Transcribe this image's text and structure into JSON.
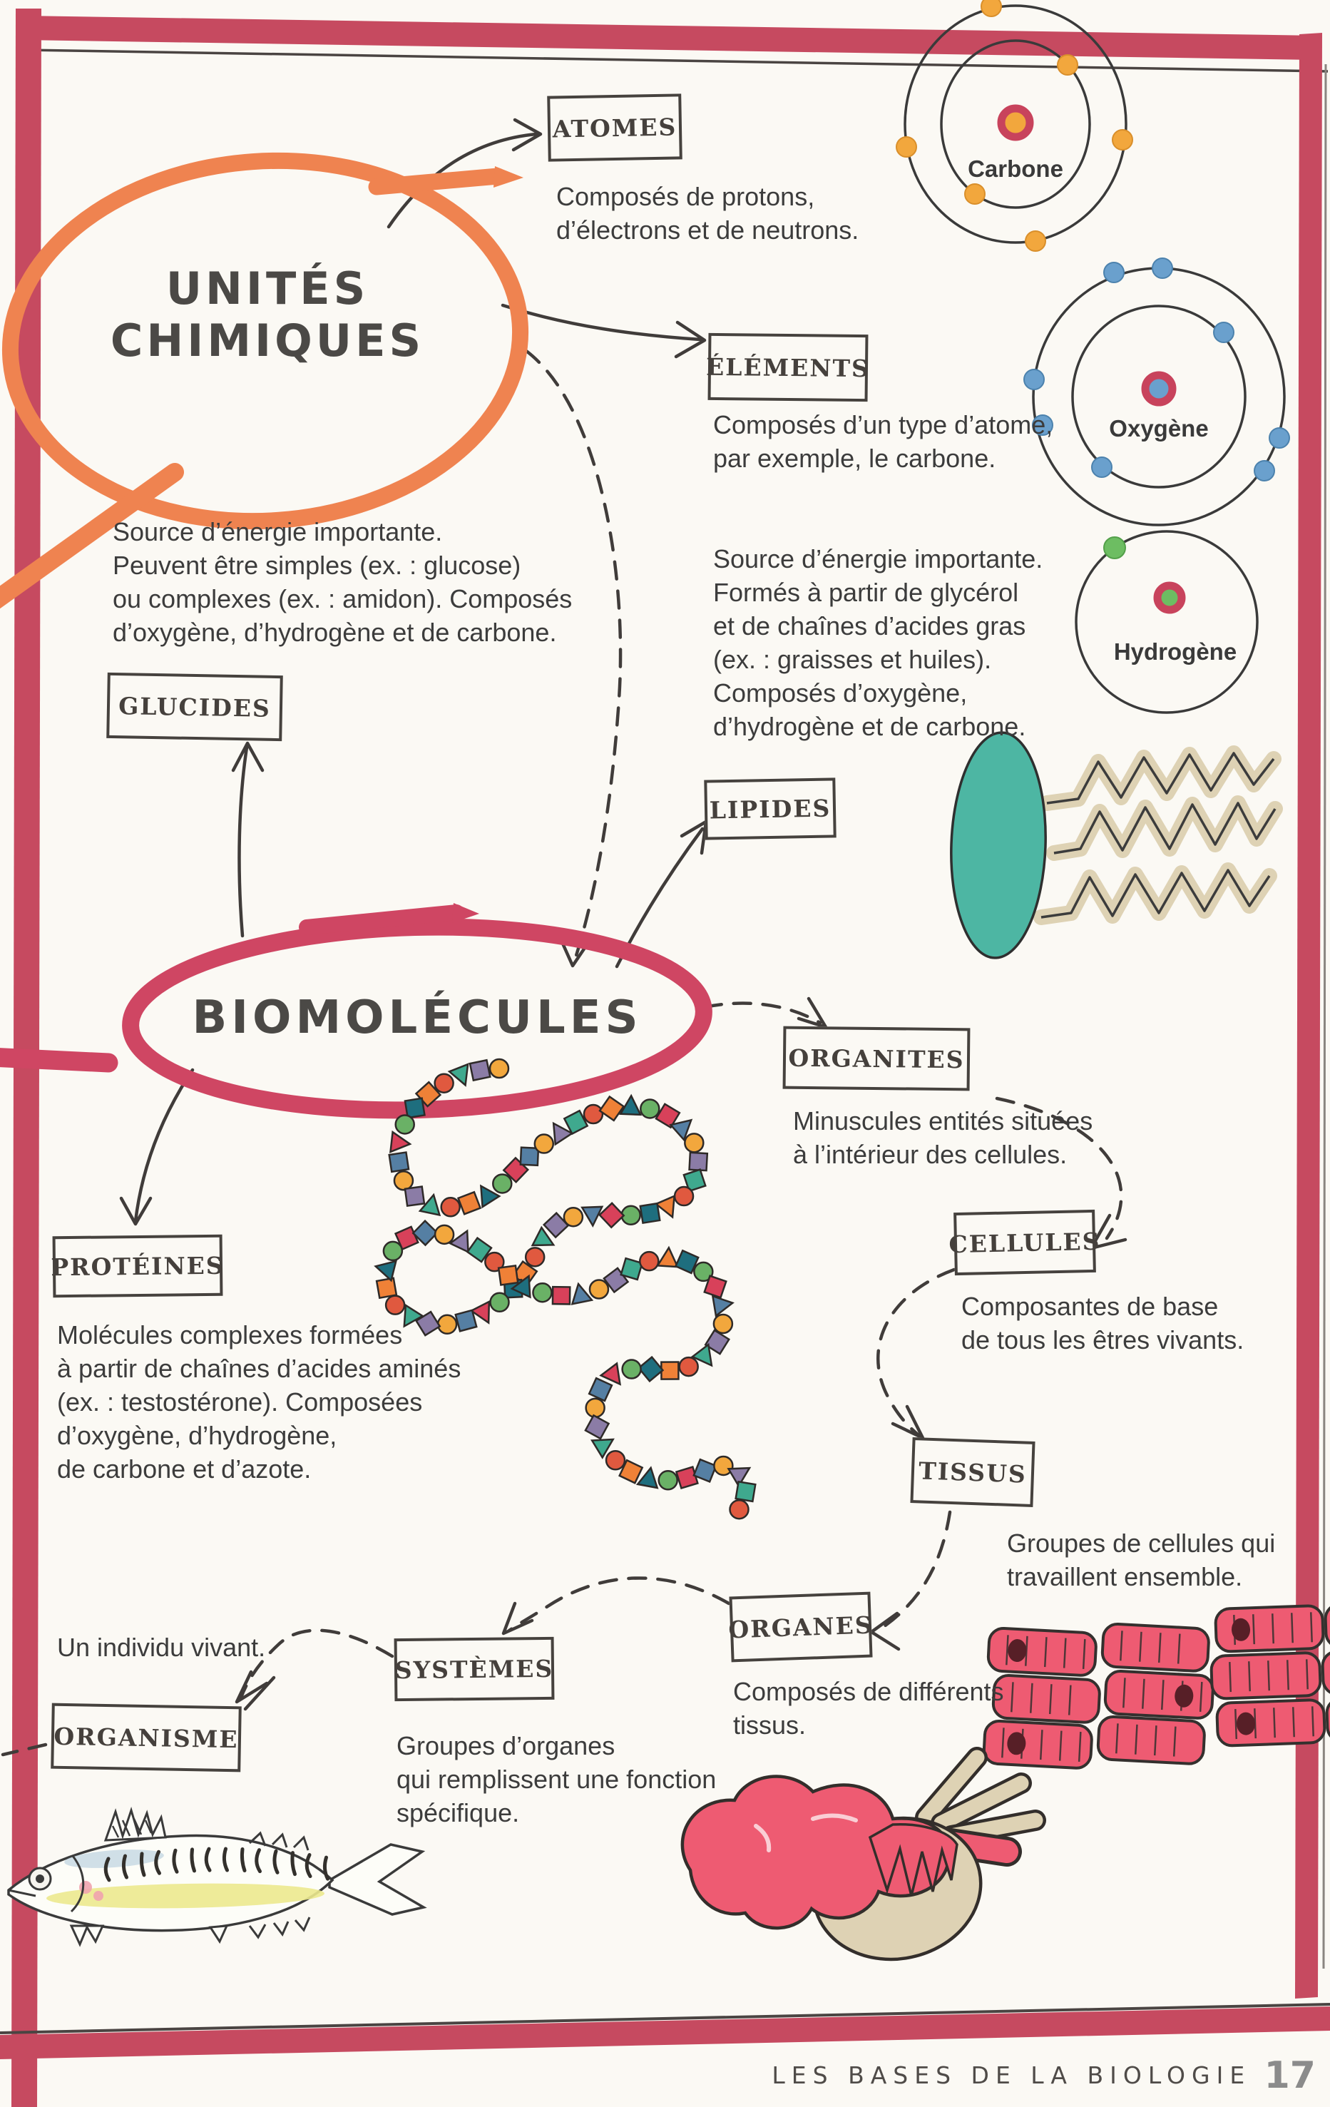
{
  "titles": {
    "unites_chimiques": {
      "line1": "UNITÉS",
      "line2": "CHIMIQUES"
    },
    "biomolecules": "BIOMOLÉCULES"
  },
  "nodes": {
    "atomes": {
      "label": "ATOMES",
      "description": "Composés de protons,\nd’électrons et de neutrons."
    },
    "elements": {
      "label": "ÉLÉMENTS",
      "description": "Composés d’un type d’atome,\npar exemple, le carbone."
    },
    "glucides": {
      "label": "GLUCIDES",
      "description": "Source d’énergie importante.\nPeuvent être simples (ex. : glucose)\nou complexes (ex. : amidon). Composés\nd’oxygène, d’hydrogène et de carbone."
    },
    "lipides": {
      "label": "LIPIDES",
      "description": "Source d’énergie importante.\nFormés à partir de glycérol\net de chaînes d’acides gras\n(ex. : graisses et huiles).\nComposés d’oxygène,\nd’hydrogène et de carbone."
    },
    "proteines": {
      "label": "PROTÉINES",
      "description": "Molécules complexes formées\nà partir de chaînes d’acides aminés\n(ex. : testostérone). Composées\nd’oxygène, d’hydrogène,\nde carbone et d’azote."
    },
    "organites": {
      "label": "ORGANITES",
      "description": "Minuscules entités situées\nà l’intérieur des cellules."
    },
    "cellules": {
      "label": "CELLULES",
      "description": "Composantes de base\nde tous les êtres vivants."
    },
    "tissus": {
      "label": "TISSUS",
      "description": "Groupes de cellules qui\ntravaillent ensemble."
    },
    "organes": {
      "label": "ORGANES",
      "description": "Composés de différents\ntissus."
    },
    "systemes": {
      "label": "SYSTÈMES",
      "description": "Groupes d’organes\nqui remplissent une fonction\nspécifique."
    },
    "organisme": {
      "label": "ORGANISME",
      "description": "Un individu vivant."
    }
  },
  "atoms": [
    {
      "name": "Carbone"
    },
    {
      "name": "Oxygène"
    },
    {
      "name": "Hydrogène"
    }
  ],
  "footer": {
    "title": "LES BASES DE LA BIOLOGIE",
    "page_number": "17"
  },
  "colors": {
    "border_red": "#c64a60",
    "oval_orange": "#ef8350",
    "oval_crimson": "#cf4663",
    "teal": "#4db6a3",
    "beige": "#ded2b4",
    "tissue_pink": "#ee5b72",
    "ink": "#3b3b3b",
    "carbon_electron": "#f2a73d",
    "oxygen_electron": "#6aa0cd",
    "hydrogen_electron": "#6dbd62",
    "protein_palette": [
      "#f2a73d",
      "#8b7ca6",
      "#3fa98e",
      "#e0593f",
      "#ef8137",
      "#1e6e7e",
      "#6ab166",
      "#d8415a",
      "#557fa3"
    ]
  }
}
